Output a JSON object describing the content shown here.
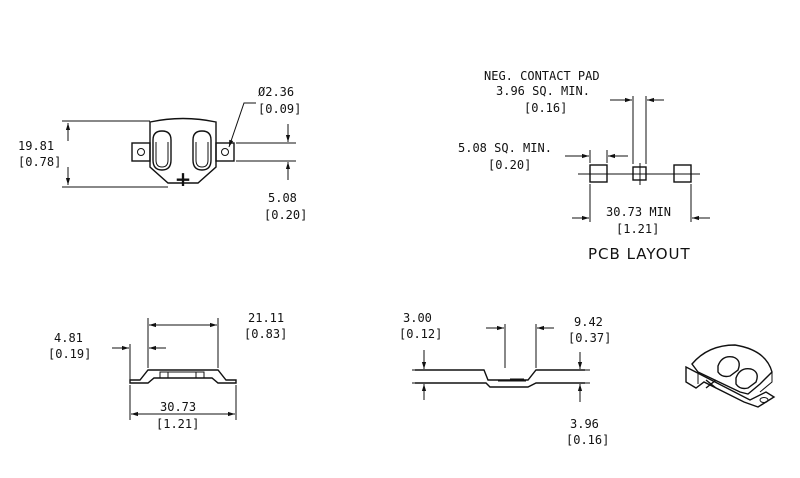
{
  "top_view": {
    "height": {
      "mm": "19.81",
      "in": "[0.78]"
    },
    "hole_dia": {
      "mm": "Ø2.36",
      "in": "[0.09]"
    },
    "offset": {
      "mm": "5.08",
      "in": "[0.20]"
    },
    "plus": "+"
  },
  "pcb": {
    "neg_pad_title": "NEG. CONTACT PAD",
    "neg_pad_size": "3.96 SQ. MIN.",
    "neg_pad_in": "[0.16]",
    "pad_size": "5.08 SQ. MIN.",
    "pad_in": "[0.20]",
    "span": {
      "mm": "30.73 MIN",
      "in": "[1.21]"
    },
    "title": "PCB LAYOUT"
  },
  "front_view": {
    "inner": {
      "mm": "21.11",
      "in": "[0.83]"
    },
    "height": {
      "mm": "4.81",
      "in": "[0.19]"
    },
    "overall": {
      "mm": "30.73",
      "in": "[1.21]"
    }
  },
  "side_view": {
    "height": {
      "mm": "3.00",
      "in": "[0.12]"
    },
    "width": {
      "mm": "9.42",
      "in": "[0.37]"
    },
    "lead": {
      "mm": "3.96",
      "in": "[0.16]"
    }
  }
}
